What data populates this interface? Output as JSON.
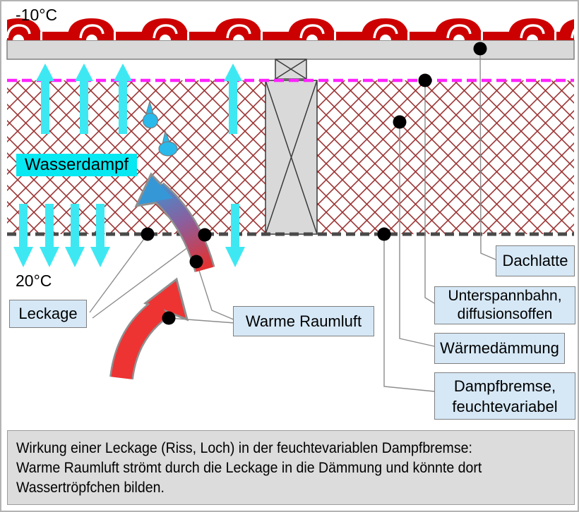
{
  "diagram_title_context": {
    "temp_outside": "-10°C",
    "temp_inside": "20°C"
  },
  "labels": {
    "wasserdampf": "Wasserdampf",
    "leckage": "Leckage",
    "warme_raumluft": "Warme Raumluft",
    "dachlatte": "Dachlatte",
    "unterspannbahn_line1": "Unterspannbahn,",
    "unterspannbahn_line2": "diffusionsoffen",
    "waermedaemmung": "Wärmedämmung",
    "dampfbremse_line1": "Dampfbremse,",
    "dampfbremse_line2": "feuchtevariabel"
  },
  "caption": {
    "line1": "Wirkung einer Leckage (Riss, Loch) in der feuchtevariablen Dampfbremse:",
    "line2": "Warme Raumluft strömt durch die Leckage in die Dämmung und könnte dort",
    "line3": "Wassertröpfchen bilden."
  },
  "colors": {
    "tile_red": "#cc0000",
    "hatch_red": "#9c3434",
    "cyan_arrow": "#3ee8f2",
    "cyan_label_bg": "#06e8f2",
    "magenta_membrane": "#ff22ff",
    "vapour_retarder_gray": "#4a4a4a",
    "label_box_bg": "#d6e8f6",
    "label_box_border": "#7f7f7f",
    "caption_bg": "#dcdcdc",
    "warm_air_red": "#ee3333",
    "flow_blue": "#3697d6",
    "droplet_blue": "#29b9ea",
    "wood_gray": "#d9d9d9"
  }
}
